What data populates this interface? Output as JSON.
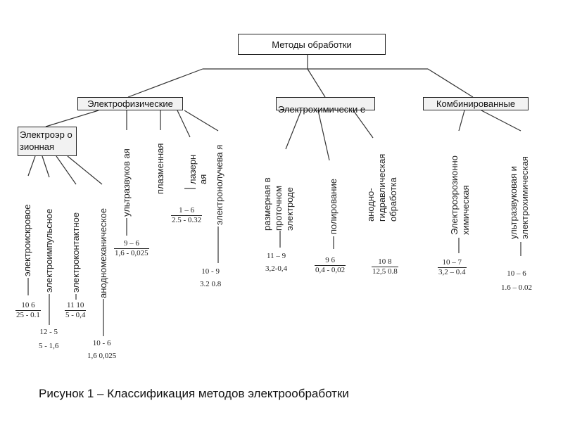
{
  "root": "Методы обработки",
  "groups": {
    "electrophysical": "Электрофизические",
    "electrochemical": "Электрохимически е",
    "combined": "Комбинированные"
  },
  "subgroup": {
    "erosion": "Электроэр озионная"
  },
  "methods": {
    "spark": "электроискровое",
    "impulse": "электроимпульсное",
    "contact": "электроконтактное",
    "anodemech": "анодномеханическое",
    "ultrasonic": "ультразвуков ая",
    "plasma": "плазменная",
    "laser": "лазерн ая",
    "ebeam": "электронолучева я",
    "flowelectrode": "размерная в проточном электроде",
    "polishing": "полирование",
    "anodehydraulic": "анодно- гидравлическая обработка",
    "erosionchem": "Электроэрозионно химическая",
    "ultrasonicchem": "ультразвуковая и электрохимическая"
  },
  "values": {
    "spark": {
      "top": "10   6",
      "bottom": "25 - 0.1"
    },
    "impulse": {
      "top": "12 - 5",
      "bottom": "5 - 1,6"
    },
    "contact": {
      "top": "11   10",
      "bottom": "5 - 0,4"
    },
    "anodemech": {
      "top": "10 - 6",
      "bottom": "1,6     0,025"
    },
    "ultrasonic": {
      "top": "9 – 6",
      "bottom": "1,6 - 0,025"
    },
    "laser": {
      "top": "1   –   6",
      "bottom": "2.5 - 0.32"
    },
    "ebeam": {
      "top": "10 - 9",
      "bottom": "3.2     0.8"
    },
    "flowelectrode": {
      "top": "11 – 9",
      "bottom": "3,2-0,4"
    },
    "polishing": {
      "top": "9     6",
      "bottom": "0,4 - 0,02"
    },
    "anodehydraulic": {
      "top": "10     8",
      "bottom": "12,5     0.8"
    },
    "erosionchem": {
      "top": "10 – 7",
      "bottom": "3,2 – 0.4"
    },
    "ultrasonicchem": {
      "top": "10 – 6",
      "bottom": "1.6 – 0.02"
    }
  },
  "caption": "Рисунок 1 – Классификация методов электрообработки"
}
